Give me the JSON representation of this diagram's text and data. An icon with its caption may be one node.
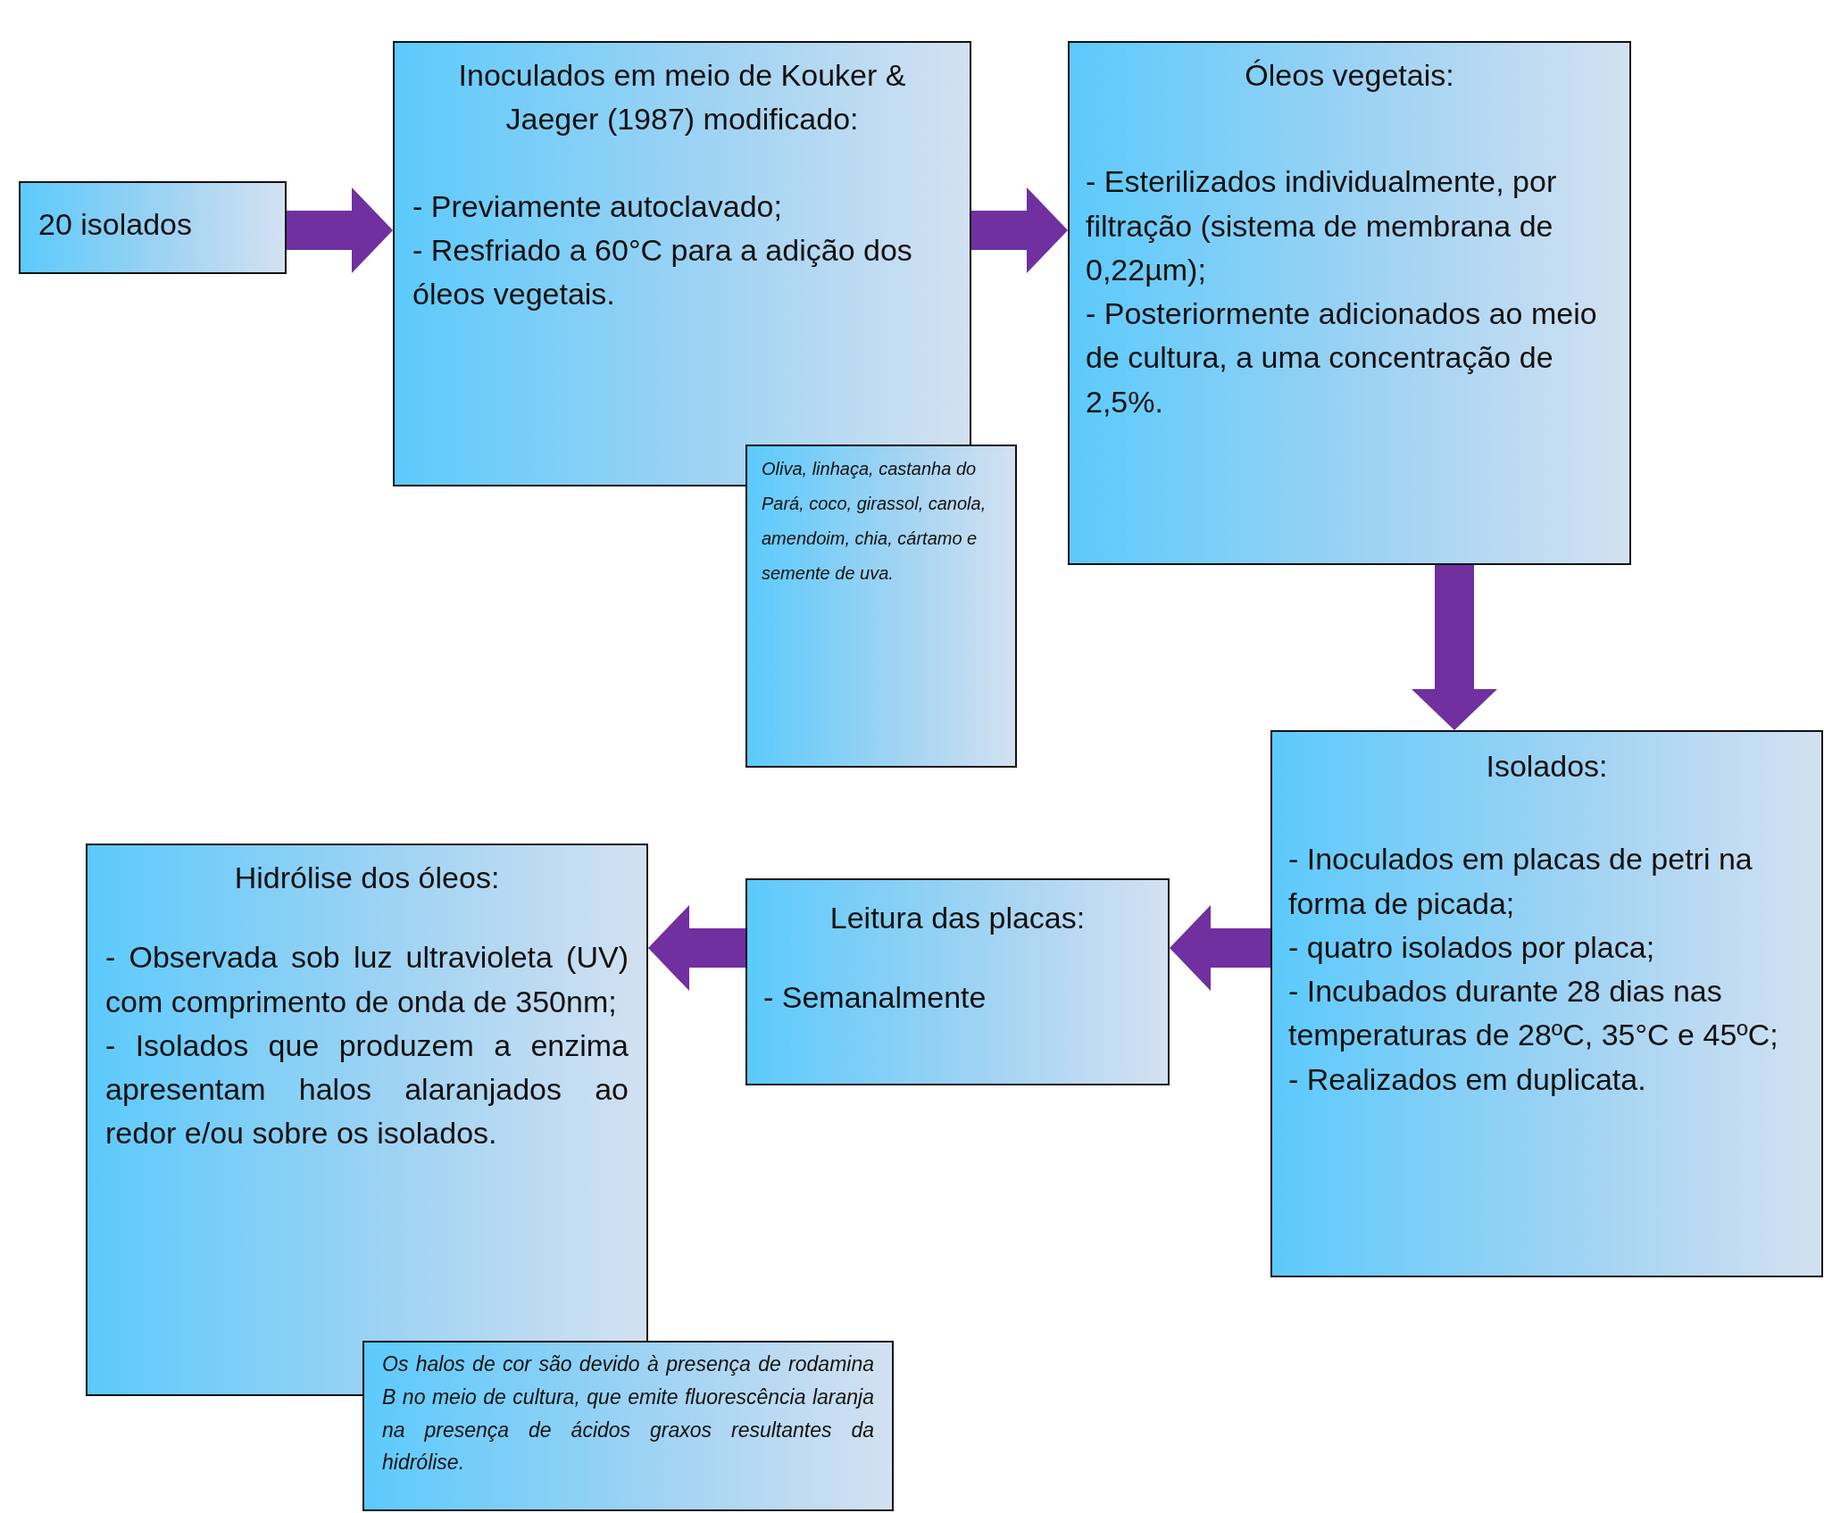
{
  "diagram": {
    "nodes": [
      {
        "text": [
          "20 isolados"
        ]
      },
      {
        "text": [
          "Inoculados em meio de Kouker & Jaeger (1987) modificado:",
          "- Previamente autoclavado;",
          "- Resfriado a 60°C para a adição dos óleos vegetais."
        ]
      },
      {
        "text": [
          "Oliva, linhaça, castanha do Pará, coco, girassol, canola, amendoim, chia, cártamo e semente de uva."
        ]
      },
      {
        "text": [
          "Óleos vegetais:",
          "- Esterilizados individualmente, por filtração (sistema de membrana de 0,22µm);",
          "- Posteriormente adicionados ao meio de cultura, a uma concentração de 2,5%."
        ]
      },
      {
        "text": [
          "Isolados:",
          "- Inoculados em placas de petri na forma de picada;",
          "- quatro isolados por placa;",
          "- Incubados durante 28 dias nas temperaturas de 28ºC, 35°C e 45ºC;",
          "- Realizados em duplicata."
        ]
      },
      {
        "text": [
          "Leitura das placas:",
          "- Semanalmente"
        ]
      },
      {
        "text": [
          "Hidrólise dos óleos:",
          "- Observada sob luz ultravioleta (UV) com comprimento de onda de 350nm;",
          "- Isolados que produzem a enzima apresentam halos alaranjados ao redor e/ou sobre os isolados."
        ]
      },
      {
        "text": [
          "Os halos de cor são devido à presença de rodamina B no meio de cultura, que emite fluorescência laranja na presença de ácidos graxos resultantes da hidrólise."
        ]
      }
    ],
    "edges": [
      {
        "from": 0,
        "to": 1,
        "arrow": "to"
      },
      {
        "from": 1,
        "to": 3,
        "arrow": "to"
      },
      {
        "from": 3,
        "to": 4,
        "arrow": "to"
      },
      {
        "from": 4,
        "to": 5,
        "arrow": "to"
      },
      {
        "from": 5,
        "to": 6,
        "arrow": "to"
      }
    ]
  }
}
